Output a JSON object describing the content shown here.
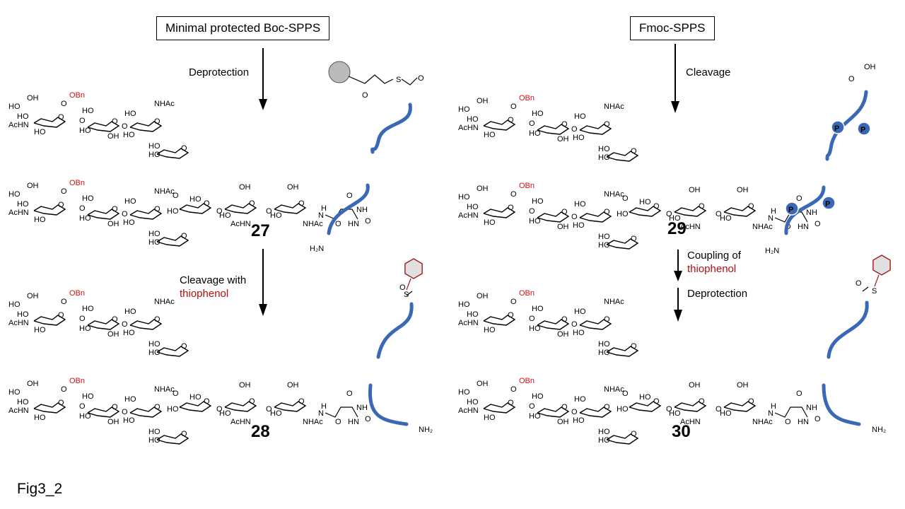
{
  "figure_label": "Fig3_2",
  "left_panel": {
    "method_box": "Minimal protected Boc-SPPS",
    "step1_label": "Deprotection",
    "compound_top": "27",
    "step2_label_line1": "Cleavage with",
    "step2_label_line2": "thiophenol",
    "compound_bottom": "28"
  },
  "right_panel": {
    "method_box": "Fmoc-SPPS",
    "step1_label": "Cleavage",
    "compound_top": "29",
    "step2_label_line1": "Coupling of",
    "step2_label_line2": "thiophenol",
    "step3_label": "Deprotection",
    "compound_bottom": "30"
  },
  "structure_labels": {
    "obn": "OBn",
    "nhac": "NHAc",
    "achn": "AcHN",
    "ho": "HO",
    "oh": "OH",
    "o": "O",
    "nh": "NH",
    "hn": "HN",
    "h": "H",
    "n": "N",
    "s": "S",
    "h2n": "H₂N",
    "nh2": "NH₂",
    "p": "P"
  },
  "colors": {
    "peptide_chain": "#3a68b4",
    "thiophenol": "#a01818",
    "ester_label": "#d01010",
    "text": "#000000"
  }
}
